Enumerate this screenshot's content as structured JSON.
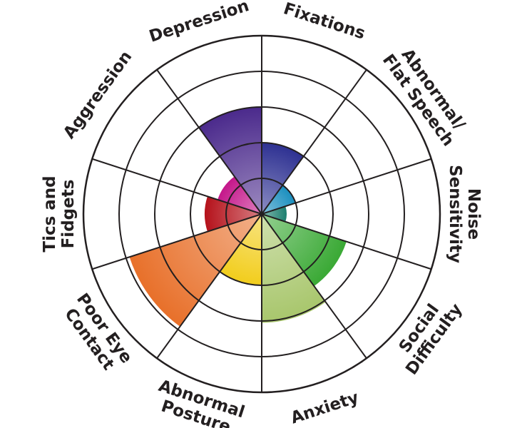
{
  "chart_data": {
    "type": "polar-area",
    "rings": 5,
    "r_max": 5,
    "grid": true,
    "legend": "none",
    "categories": [
      {
        "label": [
          "Fixations"
        ],
        "value": 2.0,
        "color": "#2e3192"
      },
      {
        "label": [
          "Abnormal/",
          "Flat Speech"
        ],
        "value": 1.0,
        "color": "#1b8fbf"
      },
      {
        "label": [
          "Noise",
          "Sensitivity"
        ],
        "value": 0.7,
        "color": "#1d7f6f"
      },
      {
        "label": [
          "Social",
          "Difficulty"
        ],
        "value": 2.5,
        "color": "#3aa935"
      },
      {
        "label": [
          "Anxiety"
        ],
        "value": 3.05,
        "color": "#a8c66c"
      },
      {
        "label": [
          "Abnormal",
          "Posture"
        ],
        "value": 2.0,
        "color": "#f2cd1c"
      },
      {
        "label": [
          "Poor Eye",
          "Contact"
        ],
        "value": 3.9,
        "color": "#e8702a"
      },
      {
        "label": [
          "Tics and",
          "Fidgets"
        ],
        "value": 1.6,
        "color": "#b5121b"
      },
      {
        "label": [
          "Aggression"
        ],
        "value": 1.3,
        "color": "#c4178a"
      },
      {
        "label": [
          "Depression"
        ],
        "value": 3.0,
        "color": "#4b2a8c"
      }
    ]
  }
}
